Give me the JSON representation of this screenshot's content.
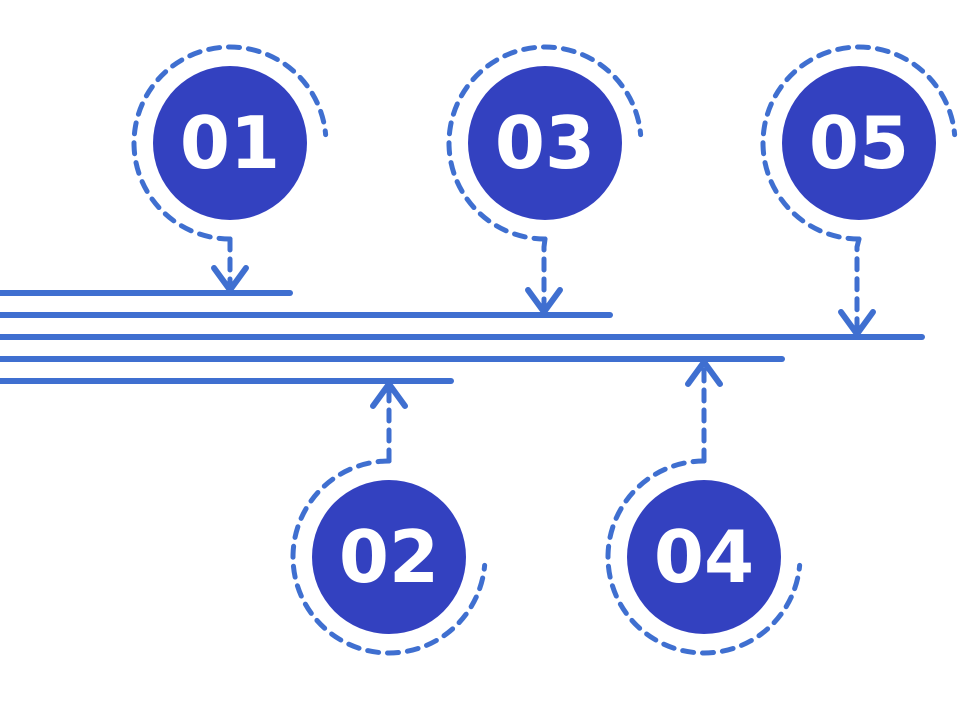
{
  "colors": {
    "circle_fill": "#3341c0",
    "accent": "#3f6fd0",
    "label_text": "#ffffff",
    "background": "#ffffff"
  },
  "lines": [
    {
      "id": "line-1"
    },
    {
      "id": "line-2"
    },
    {
      "id": "line-3"
    },
    {
      "id": "line-4"
    },
    {
      "id": "line-5"
    }
  ],
  "steps": [
    {
      "label": "01",
      "position": "top",
      "connects_to_line": 1
    },
    {
      "label": "02",
      "position": "bottom",
      "connects_to_line": 5
    },
    {
      "label": "03",
      "position": "top",
      "connects_to_line": 2
    },
    {
      "label": "04",
      "position": "bottom",
      "connects_to_line": 4
    },
    {
      "label": "05",
      "position": "top",
      "connects_to_line": 3
    }
  ]
}
